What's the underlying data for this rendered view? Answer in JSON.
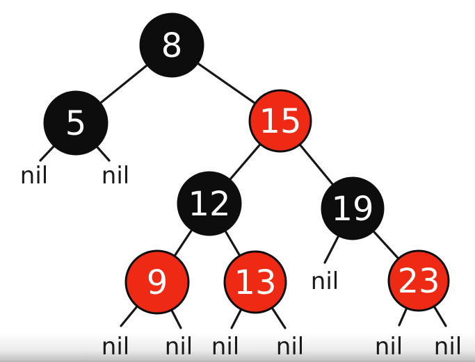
{
  "tree": {
    "colors": {
      "red_node": "#ee2a14",
      "black_node": "#0d0d0d",
      "node_text": "#ffffff",
      "edge": "#161616",
      "nil_text": "#1a1a1a",
      "background": "#ffffff"
    },
    "nodes": [
      {
        "value": "8",
        "color": "black",
        "fill": "#0d0d0d"
      },
      {
        "value": "5",
        "color": "black",
        "fill": "#0d0d0d"
      },
      {
        "value": "15",
        "color": "red",
        "fill": "#ee2a14"
      },
      {
        "value": "12",
        "color": "black",
        "fill": "#0d0d0d"
      },
      {
        "value": "19",
        "color": "black",
        "fill": "#0d0d0d"
      },
      {
        "value": "9",
        "color": "red",
        "fill": "#ee2a14"
      },
      {
        "value": "13",
        "color": "red",
        "fill": "#ee2a14"
      },
      {
        "value": "23",
        "color": "red",
        "fill": "#ee2a14"
      }
    ],
    "nil_labels": [
      "nil",
      "nil",
      "nil",
      "nil",
      "nil",
      "nil",
      "nil",
      "nil",
      "nil"
    ],
    "edges": [
      {
        "from": "8",
        "to": "5"
      },
      {
        "from": "8",
        "to": "15"
      },
      {
        "from": "5",
        "to": "nil"
      },
      {
        "from": "5",
        "to": "nil"
      },
      {
        "from": "15",
        "to": "12"
      },
      {
        "from": "15",
        "to": "19"
      },
      {
        "from": "12",
        "to": "9"
      },
      {
        "from": "12",
        "to": "13"
      },
      {
        "from": "19",
        "to": "nil"
      },
      {
        "from": "19",
        "to": "23"
      },
      {
        "from": "9",
        "to": "nil"
      },
      {
        "from": "9",
        "to": "nil"
      },
      {
        "from": "13",
        "to": "nil"
      },
      {
        "from": "13",
        "to": "nil"
      },
      {
        "from": "23",
        "to": "nil"
      },
      {
        "from": "23",
        "to": "nil"
      }
    ]
  }
}
